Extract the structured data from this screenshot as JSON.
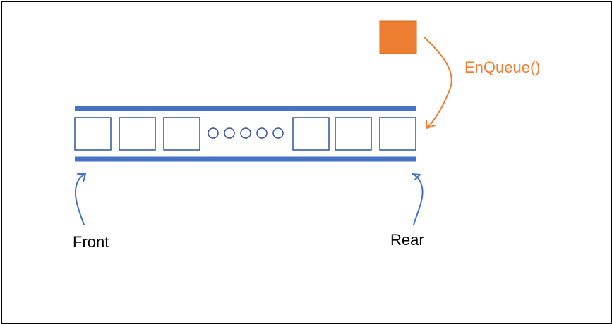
{
  "labels": {
    "front": "Front",
    "rear": "Rear",
    "enqueue": "EnQueue()"
  },
  "colors": {
    "queue_blue": "#4472c4",
    "box_outline": "#2f5597",
    "enqueue_orange": "#ed7d31",
    "text": "#000000"
  },
  "queue": {
    "slots_left_count": 3,
    "ellipsis_circles": 5,
    "slots_right_count": 3
  },
  "icons": {
    "front_pointer": "arrow-up-icon",
    "rear_pointer": "arrow-up-icon",
    "enqueue_pointer": "curved-arrow-down-icon",
    "new_element": "orange-square"
  }
}
